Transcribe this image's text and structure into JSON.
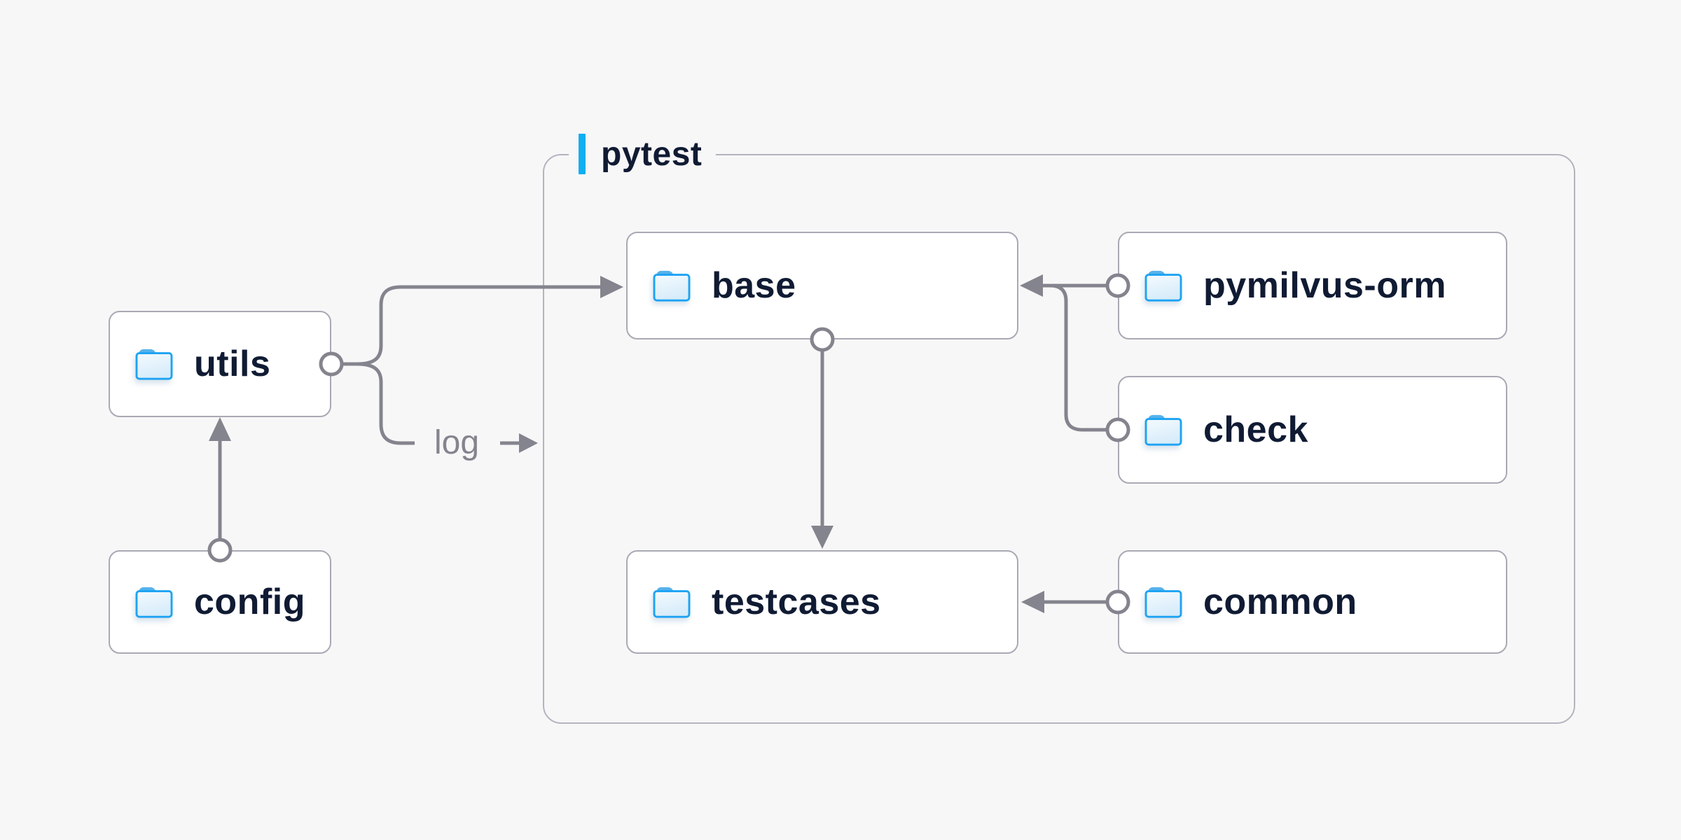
{
  "diagram": {
    "group": {
      "label": "pytest"
    },
    "nodes": [
      {
        "id": "utils",
        "label": "utils",
        "icon": "folder-icon"
      },
      {
        "id": "config",
        "label": "config",
        "icon": "folder-icon"
      },
      {
        "id": "base",
        "label": "base",
        "icon": "folder-icon"
      },
      {
        "id": "pymilvus-orm",
        "label": "pymilvus-orm",
        "icon": "folder-icon"
      },
      {
        "id": "check",
        "label": "check",
        "icon": "folder-icon"
      },
      {
        "id": "testcases",
        "label": "testcases",
        "icon": "folder-icon"
      },
      {
        "id": "common",
        "label": "common",
        "icon": "folder-icon"
      }
    ],
    "edges": [
      {
        "from": "config",
        "to": "utils",
        "label": ""
      },
      {
        "from": "utils",
        "to": "base",
        "label": ""
      },
      {
        "from": "utils",
        "to": "pytest-group",
        "label": "log"
      },
      {
        "from": "pymilvus-orm",
        "to": "base",
        "label": ""
      },
      {
        "from": "check",
        "to": "base",
        "label": ""
      },
      {
        "from": "base",
        "to": "testcases",
        "label": ""
      },
      {
        "from": "common",
        "to": "testcases",
        "label": ""
      }
    ],
    "colors": {
      "background": "#f7f7f8",
      "node_background": "#ffffff",
      "node_border": "#a9a9b4",
      "group_border": "#b4b4bf",
      "connector": "#84848e",
      "node_text": "#101b33",
      "edge_label_text": "#84848e",
      "accent_bar": "#10aef2",
      "folder_stroke": "#1da3f3",
      "folder_tab": "#55b2eb"
    }
  }
}
